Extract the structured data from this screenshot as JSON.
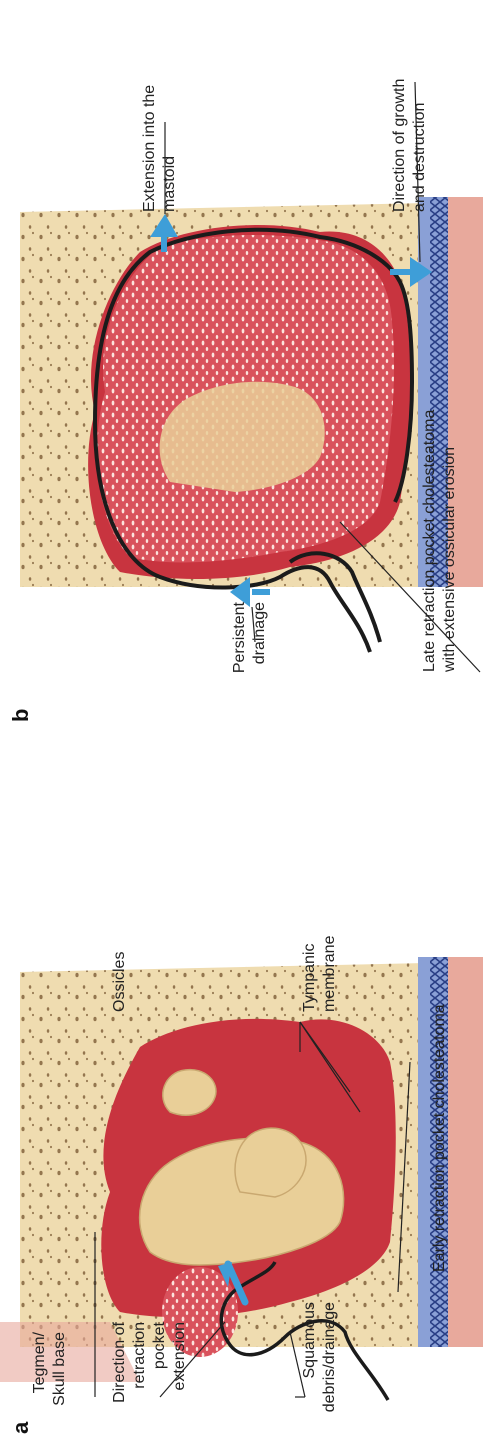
{
  "panels": {
    "a": {
      "letter": "a",
      "caption": "Early retraction pocket cholesteatoma",
      "labels": {
        "tegmen": "Tegmen/\nSkull base",
        "direction": "Direction of\nretraction\npocket\nextension",
        "squamous": "Squamous\ndebris/drainage",
        "ossicles": "Ossicles",
        "tympanic": "Tympanic\nmembrane"
      }
    },
    "b": {
      "letter": "b",
      "caption": "Late retraction pocket cholesteatoma\nwith extensive ossicular erosion",
      "labels": {
        "persistent": "Persistent\ndrainage",
        "growth": "Direction of growth\nand destruction",
        "mastoid": "Extension into the\nmastoid"
      }
    }
  },
  "colors": {
    "bone": "#efdcb0",
    "bone_pores": "#8a6b44",
    "mucosa": "#c8343f",
    "ossicle": "#e9cf98",
    "dura": "#6e86c2",
    "dura_lace": "#2a3f86",
    "skin": "#e8a99c",
    "debris": "#f3c6bf",
    "arrow": "#3e9ed8",
    "outline": "#1b1b1b"
  }
}
